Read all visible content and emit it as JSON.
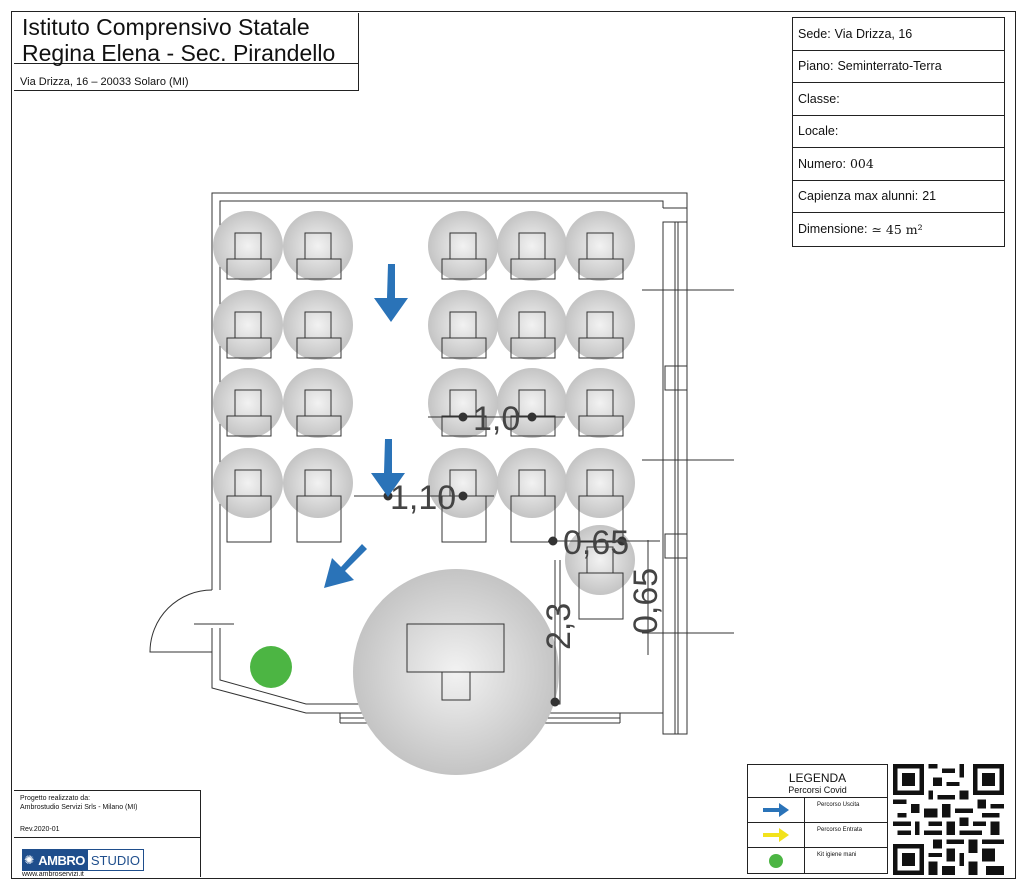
{
  "header": {
    "title_line1": "Istituto Comprensivo Statale",
    "title_line2": "Regina Elena - Sec. Pirandello",
    "address": "Via Drizza, 16 – 20033 Solaro (MI)"
  },
  "info": {
    "sede_label": "Sede:",
    "sede_value": "Via Drizza, 16",
    "piano_label": "Piano:",
    "piano_value": "Seminterrato-Terra",
    "classe_label": "Classe:",
    "classe_value": "",
    "locale_label": "Locale:",
    "locale_value": "",
    "numero_label": "Numero:",
    "numero_value": "004",
    "capienza_label": "Capienza max alunni:",
    "capienza_value": "21",
    "dimensione_label": "Dimensione:",
    "dimensione_value": "≃ 45 m²"
  },
  "plan": {
    "dim_1_0": "1,0",
    "dim_1_10": "1,10",
    "dim_0_65_h": "0,65",
    "dim_0_65_v": "0,65",
    "dim_2_3": "2,3"
  },
  "legend": {
    "title": "LEGENDA",
    "subtitle": "Percorsi Covid",
    "exit_label": "Percorso Uscita",
    "entry_label": "Percorso Entrata",
    "kit_label": "Kit igiene mani",
    "colors": {
      "exit": "#2a73b8",
      "entry": "#f2e21c",
      "kit": "#4cb543"
    }
  },
  "credits": {
    "line1": "Progetto realizzato da:",
    "line2": "Ambrostudio Servizi Srls - Milano (MI)",
    "rev": "Rev.2020-01",
    "logo_a": "AMBRO",
    "logo_b": "STUDIO",
    "website": "www.ambroservizi.it"
  },
  "icons": {
    "arrow": "blue-arrow-icon",
    "kit": "green-dot-icon",
    "qr": "qr-code-icon",
    "logo_sun": "sun-icon"
  }
}
